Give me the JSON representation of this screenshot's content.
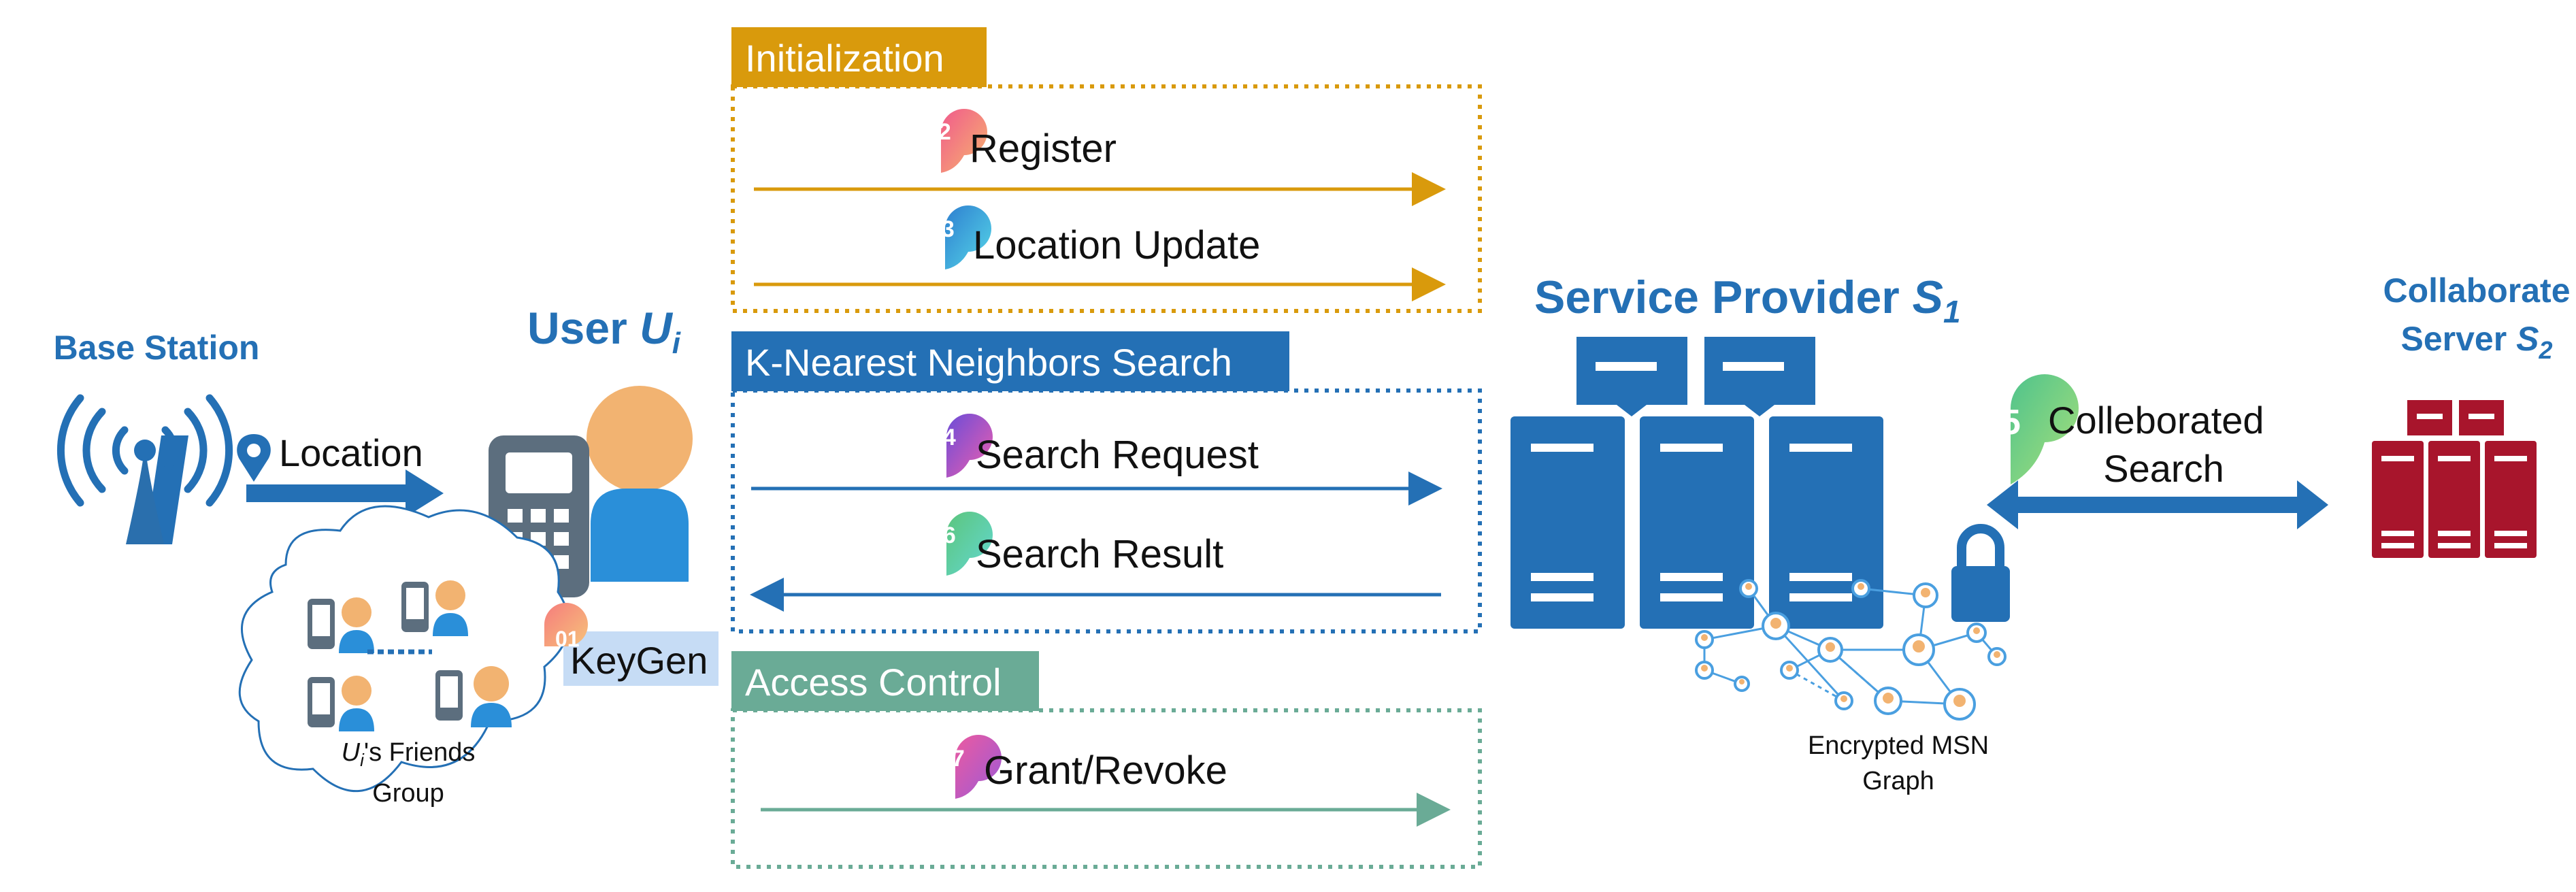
{
  "base_station": {
    "title": "Base Station",
    "location_label": "Location"
  },
  "user": {
    "title": "User",
    "symbol": "U",
    "sub": "i"
  },
  "friends": {
    "caption_symbol": "U",
    "caption_sub": "i",
    "caption_line1": "'s Friends",
    "caption_line2": "Group"
  },
  "keygen": {
    "num": "01",
    "label": "KeyGen"
  },
  "phases": [
    {
      "title": "Initialization",
      "color": "#d99a0c",
      "steps": [
        {
          "num": "02",
          "label": "Register"
        },
        {
          "num": "03",
          "label": "Location Update"
        }
      ]
    },
    {
      "title": "K-Nearest Neighbors Search",
      "color": "#2470b5",
      "steps": [
        {
          "num": "04",
          "label": "Search Request"
        },
        {
          "num": "06",
          "label": "Search Result"
        }
      ]
    },
    {
      "title": "Access Control",
      "color": "#6aab96",
      "steps": [
        {
          "num": "07",
          "label": "Grant/Revoke"
        }
      ]
    }
  ],
  "service_provider": {
    "title": "Service Provider",
    "symbol": "S",
    "sub": "1"
  },
  "msn": {
    "line1": "Encrypted MSN",
    "line2": "Graph"
  },
  "collab": {
    "num": "05",
    "line1": "Colleborated",
    "line2": "Search"
  },
  "server2": {
    "line1": "Collaborate",
    "line2": "Server",
    "symbol": "S",
    "sub": "2"
  },
  "colors": {
    "accent_blue": "#2470b5",
    "server_red": "#a8152c",
    "orange": "#f2b371"
  }
}
